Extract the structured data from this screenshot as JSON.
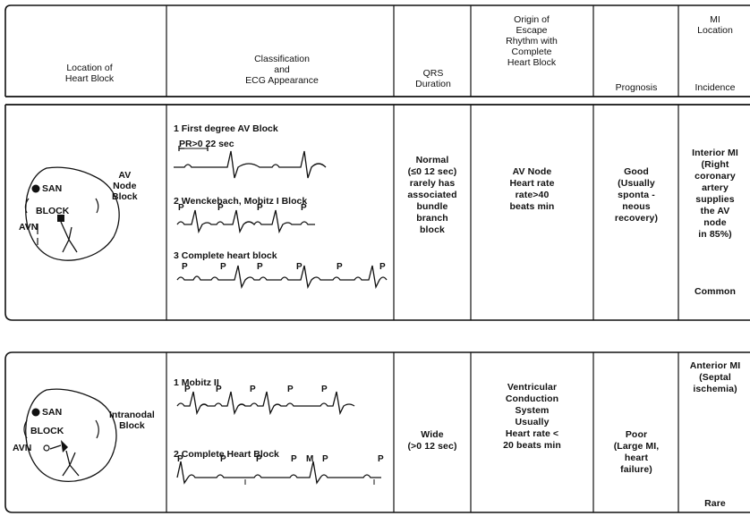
{
  "headers": {
    "location": "Location of\nHeart Block",
    "classification": "Classification\nand\nECG Appearance",
    "qrs": "QRS\nDuration",
    "origin": "Origin of\nEscape\nRhythm with\nComplete\nHeart Block",
    "prognosis": "Prognosis",
    "mi_location": "MI\nLocation",
    "incidence": "Incidence"
  },
  "rows": [
    {
      "diagram": {
        "san": "SAN",
        "block": "BLOCK",
        "avn": "AVN",
        "label": "AV\nNode\nBlock"
      },
      "classification": {
        "item1": "1  First degree AV Block",
        "pr": "PR>0 22 sec",
        "item2": "2  Wenckebach, Mobitz I  Block",
        "item3": "3  Complete heart block"
      },
      "qrs": "Normal\n(≤0 12 sec)\nrarely has\nassociated\nbundle\nbranch\nblock",
      "origin": "AV Node\nHeart rate\nrate>40\nbeats min",
      "prognosis": "Good\n(Usually\nsponta -\nneous\nrecovery)",
      "mi_location": "Interior MI\n(Right\ncoronary\nartery\nsupplies\nthe AV\nnode\nin 85%)",
      "incidence": "Common"
    },
    {
      "diagram": {
        "san": "SAN",
        "block": "BLOCK",
        "avn": "AVN",
        "label": "Intranodal\nBlock"
      },
      "classification": {
        "item1": "1  Mobitz II",
        "item2": "2  Complete Heart Block"
      },
      "qrs": "Wide\n(>0 12 sec)",
      "origin": "Ventricular\nConduction\nSystem\nUsually\nHeart rate <\n20 beats min",
      "prognosis": "Poor\n(Large MI,\nheart\nfailure)",
      "mi_location": "Anterior MI\n(Septal\nischemia)",
      "incidence": "Rare"
    }
  ],
  "p_label": "P",
  "m_label": "M"
}
